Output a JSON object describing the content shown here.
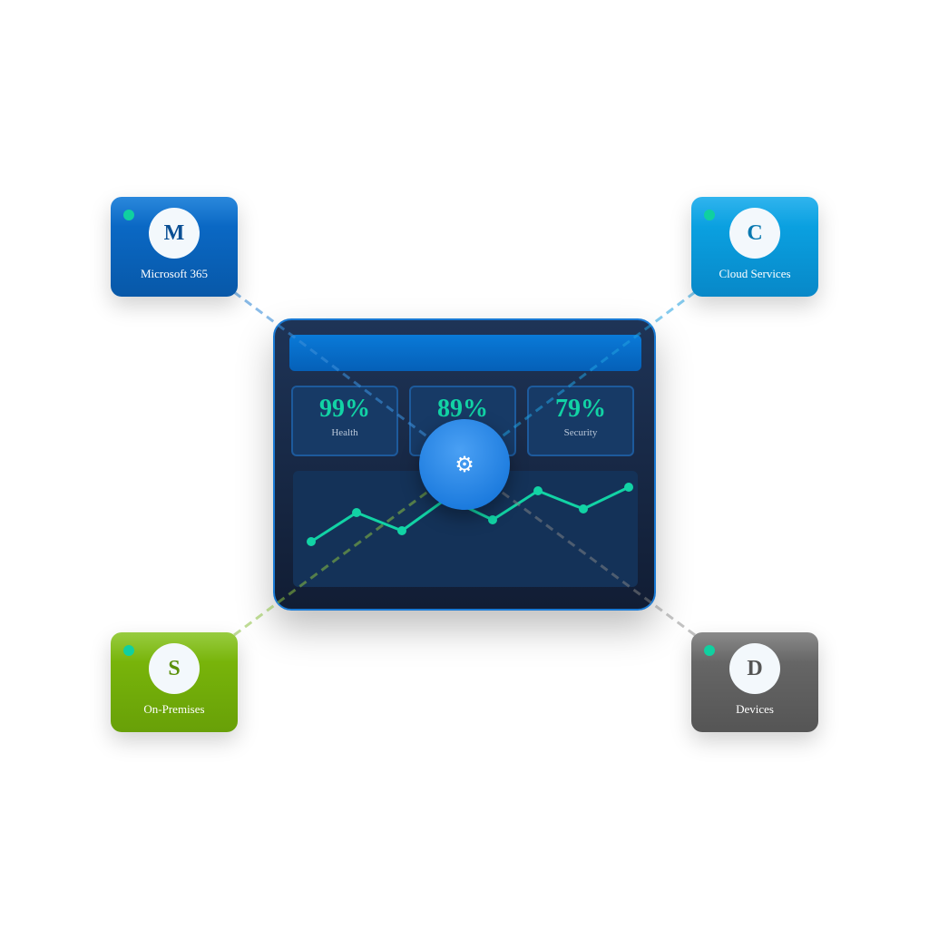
{
  "nodes": [
    {
      "letter": "M",
      "label": "Microsoft 365",
      "color": "#0a68c4",
      "status": "online"
    },
    {
      "letter": "C",
      "label": "Cloud Services",
      "color": "#0aa0e0",
      "status": "online"
    },
    {
      "letter": "S",
      "label": "On-Premises",
      "color": "#72ae0a",
      "status": "online"
    },
    {
      "letter": "D",
      "label": "Devices",
      "color": "#5e5e5e",
      "status": "online"
    }
  ],
  "dashboard": {
    "stats": [
      {
        "value": "99%",
        "label": "Health"
      },
      {
        "value": "89%",
        "label": ""
      },
      {
        "value": "79%",
        "label": "Security"
      }
    ],
    "trend": [
      20,
      36,
      26,
      44,
      32,
      48,
      38,
      50
    ]
  },
  "hub": {
    "icon": "gear-icon"
  }
}
